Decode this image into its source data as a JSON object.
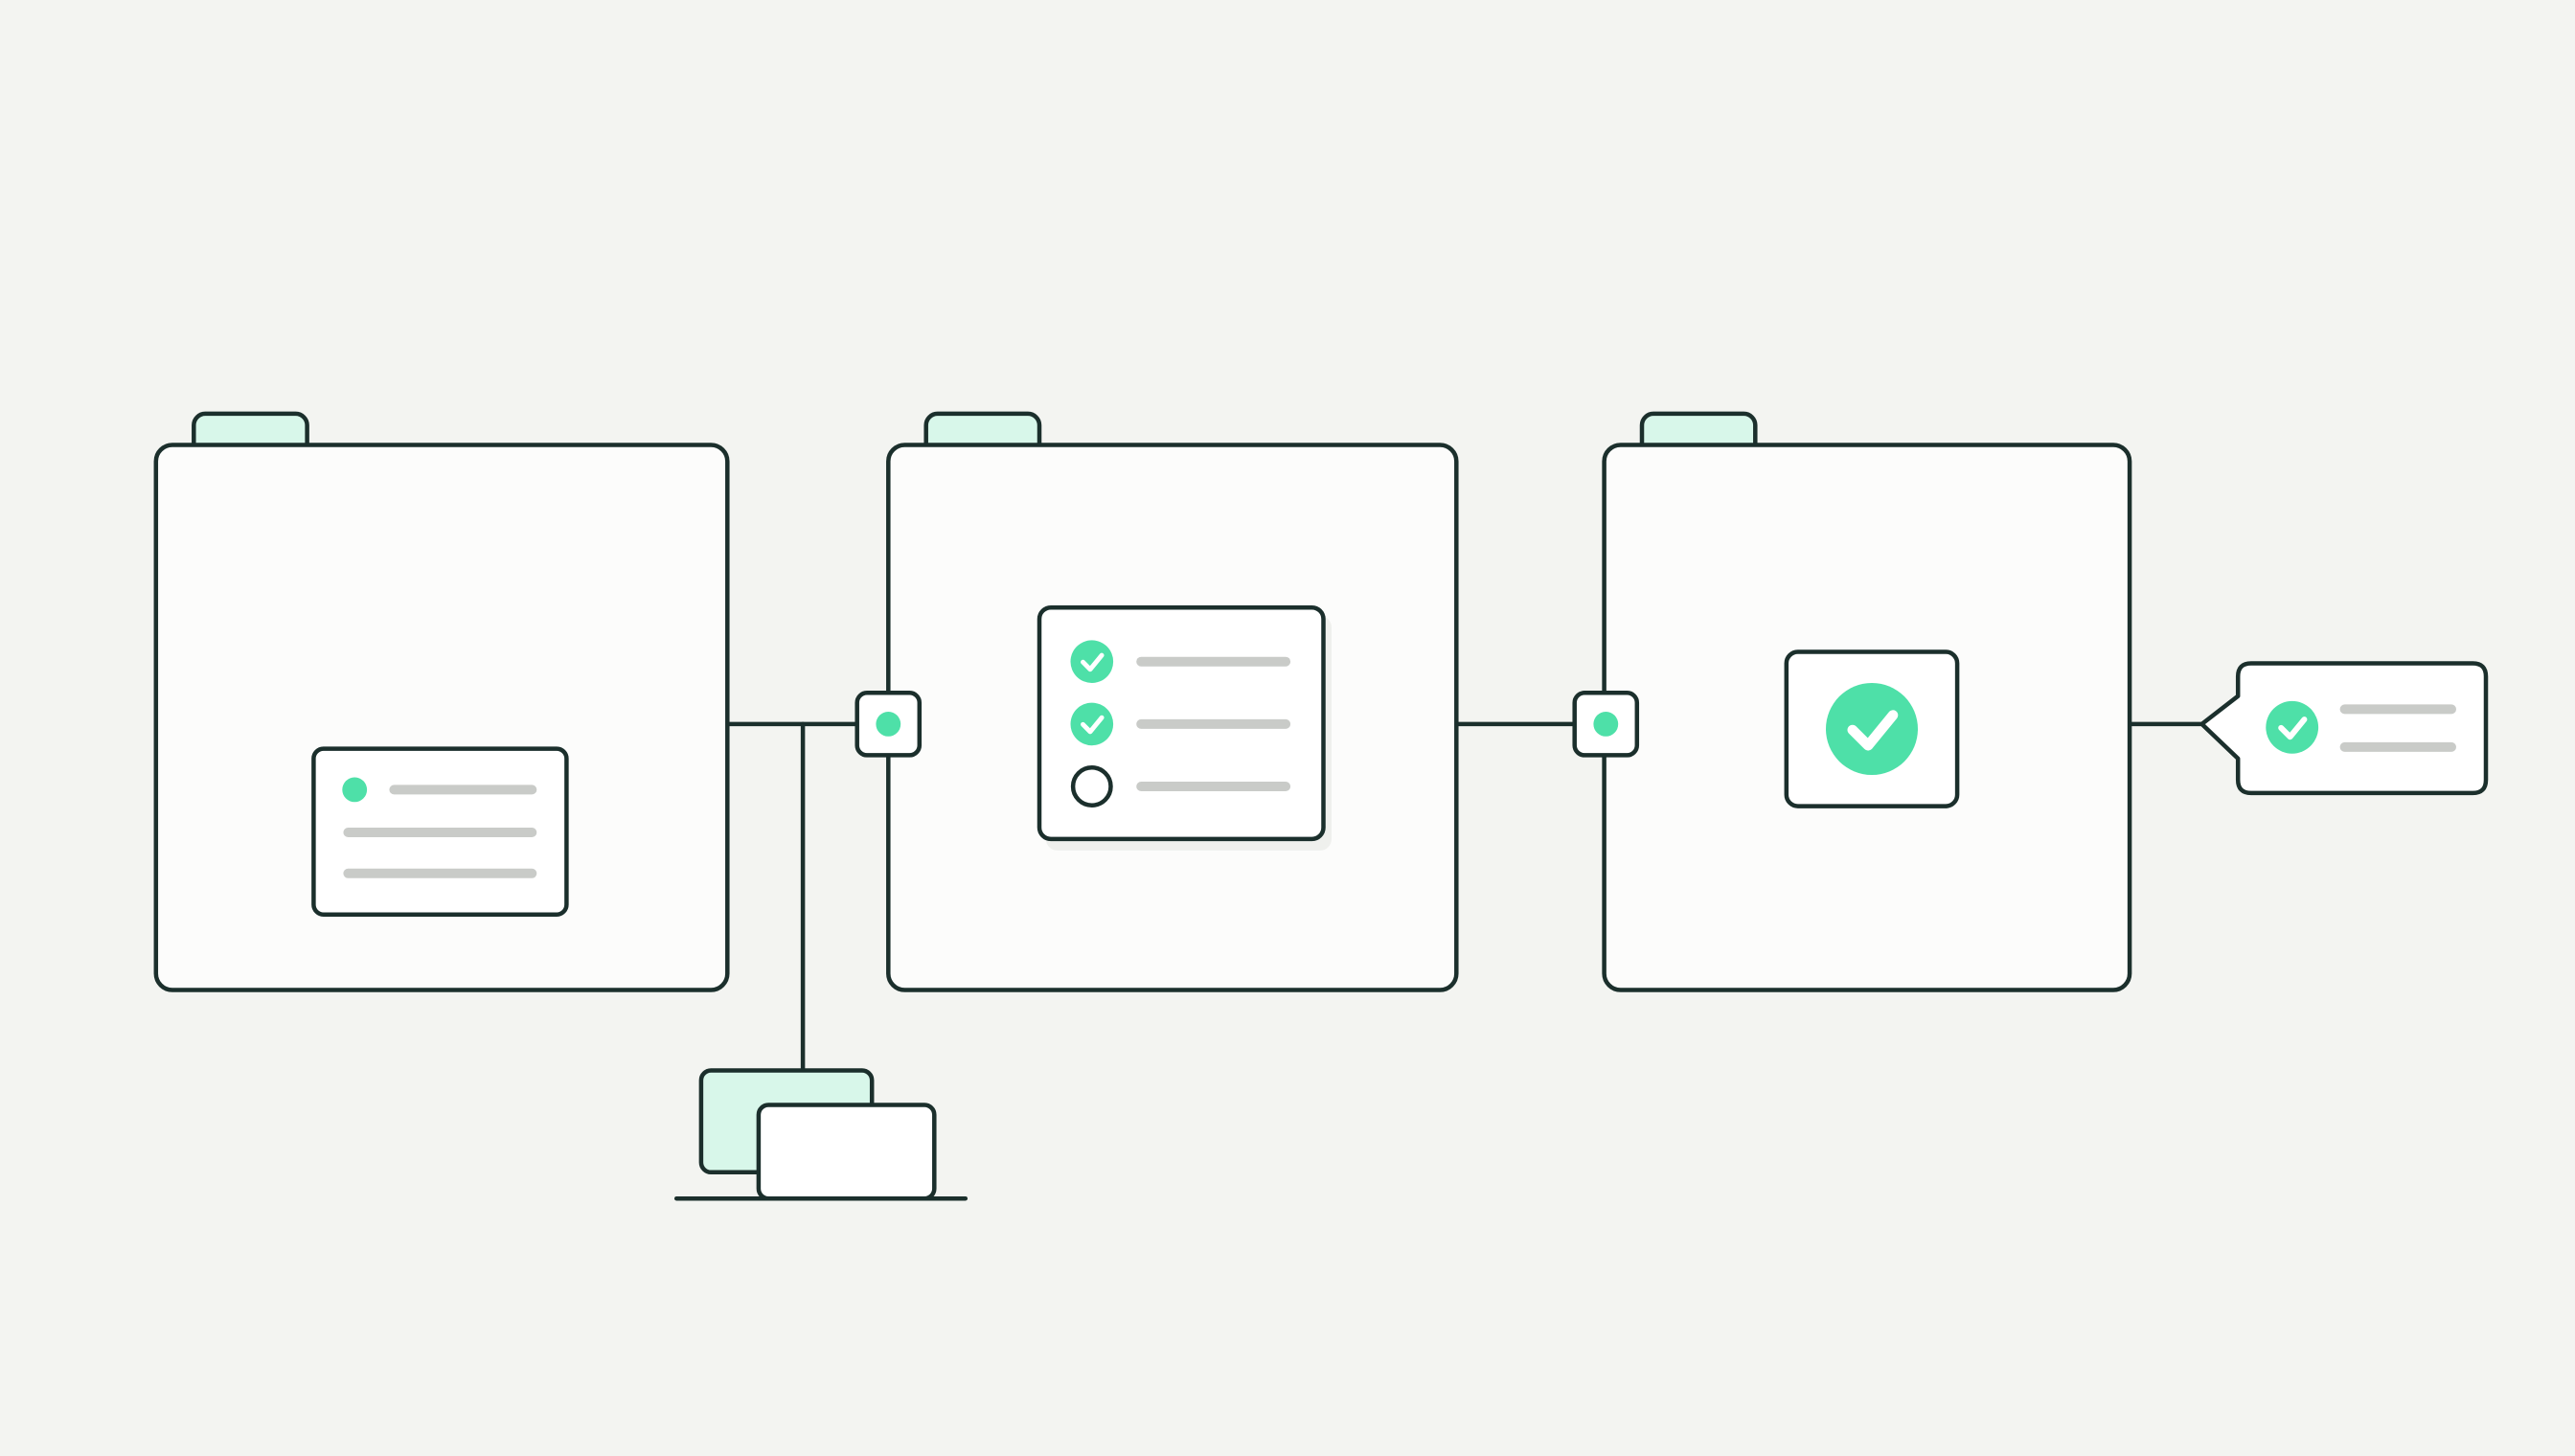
{
  "diagram": {
    "colors": {
      "background": "#f3f4f1",
      "stroke": "#1b2f2c",
      "accent": "#4ee0a8",
      "tab_fill": "#d8f7ea",
      "panel_fill": "#fcfcfb",
      "placeholder_line": "#c9cbc8",
      "white": "#ffffff"
    },
    "stages": [
      {
        "id": "stage-1",
        "content": "draft-card",
        "tab_color": "accent-tint"
      },
      {
        "id": "stage-2",
        "content": "checklist-card",
        "tab_color": "accent-tint"
      },
      {
        "id": "stage-3",
        "content": "approved-card",
        "tab_color": "accent-tint"
      }
    ],
    "checklist": {
      "items": [
        {
          "state": "checked",
          "icon": "check-circle-icon"
        },
        {
          "state": "checked",
          "icon": "check-circle-icon"
        },
        {
          "state": "unchecked",
          "icon": "empty-circle-icon"
        }
      ]
    },
    "connectors": [
      {
        "from": "stage-1",
        "to": "stage-2",
        "node": "dot-node"
      },
      {
        "from": "stage-2",
        "to": "stage-3",
        "node": "dot-node"
      },
      {
        "from": "stage-3",
        "to": "result-callout",
        "node": "arrow-notch"
      },
      {
        "from": "stage-1",
        "to": "stacked-documents",
        "node": "branch"
      }
    ],
    "icons": [
      "status-dot-icon",
      "check-circle-icon",
      "empty-circle-icon",
      "large-check-badge-icon"
    ]
  }
}
